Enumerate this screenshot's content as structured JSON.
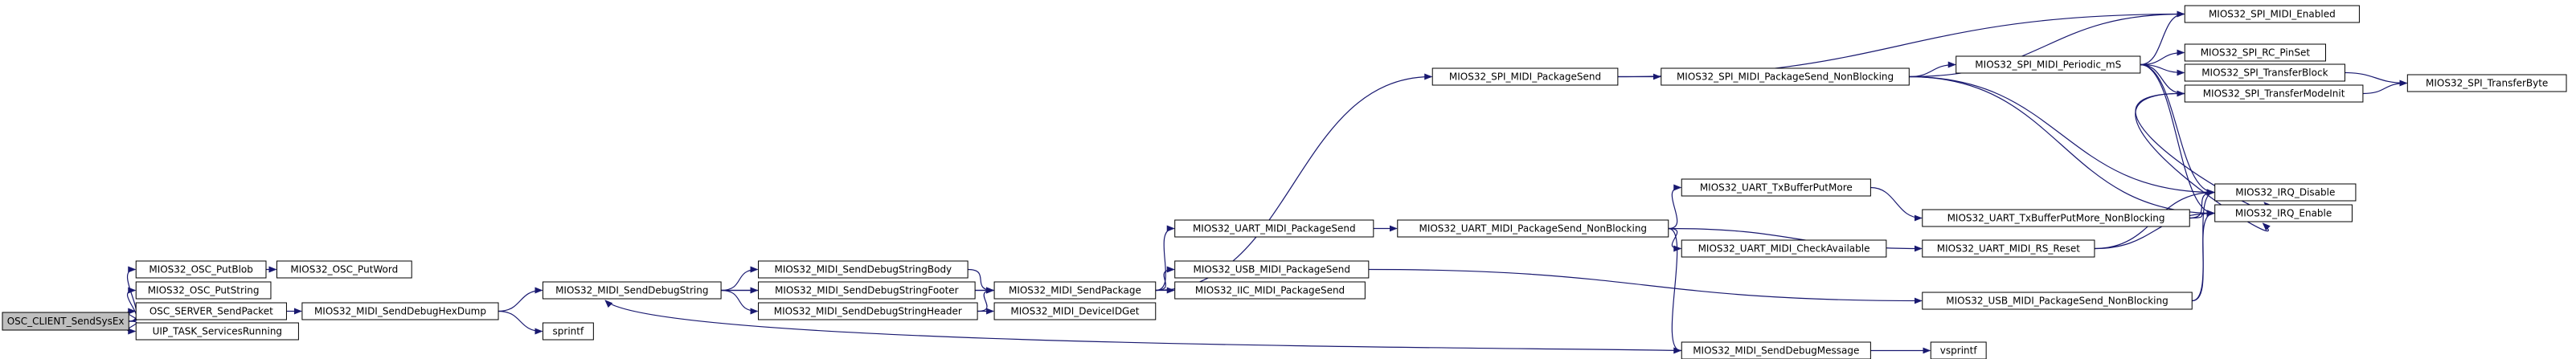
{
  "graph": {
    "colors": {
      "edge": "#191970",
      "root_fill": "#bfbfbf",
      "node_fill": "#ffffff",
      "border": "#000000"
    },
    "nodes": [
      {
        "id": "osc_client_sendsysex",
        "label": "OSC_CLIENT_SendSysEx",
        "root": true
      },
      {
        "id": "mios32_osc_putblob",
        "label": "MIOS32_OSC_PutBlob"
      },
      {
        "id": "mios32_osc_putword",
        "label": "MIOS32_OSC_PutWord"
      },
      {
        "id": "mios32_osc_putstring",
        "label": "MIOS32_OSC_PutString"
      },
      {
        "id": "osc_server_sendpacket",
        "label": "OSC_SERVER_SendPacket"
      },
      {
        "id": "uip_task_servicesrunning",
        "label": "UIP_TASK_ServicesRunning"
      },
      {
        "id": "mios32_midi_senddebughexdump",
        "label": "MIOS32_MIDI_SendDebugHexDump"
      },
      {
        "id": "mios32_midi_senddebugstring",
        "label": "MIOS32_MIDI_SendDebugString"
      },
      {
        "id": "sprintf",
        "label": "sprintf"
      },
      {
        "id": "mios32_midi_senddebugstringbody",
        "label": "MIOS32_MIDI_SendDebugStringBody"
      },
      {
        "id": "mios32_midi_senddebugstringfooter",
        "label": "MIOS32_MIDI_SendDebugStringFooter"
      },
      {
        "id": "mios32_midi_senddebugstringheader",
        "label": "MIOS32_MIDI_SendDebugStringHeader"
      },
      {
        "id": "mios32_midi_sendpackage",
        "label": "MIOS32_MIDI_SendPackage"
      },
      {
        "id": "mios32_midi_deviceidget",
        "label": "MIOS32_MIDI_DeviceIDGet"
      },
      {
        "id": "mios32_spi_midi_packagesend",
        "label": "MIOS32_SPI_MIDI_PackageSend"
      },
      {
        "id": "mios32_uart_midi_packagesend",
        "label": "MIOS32_UART_MIDI_PackageSend"
      },
      {
        "id": "mios32_usb_midi_packagesend",
        "label": "MIOS32_USB_MIDI_PackageSend"
      },
      {
        "id": "mios32_iic_midi_packagesend",
        "label": "MIOS32_IIC_MIDI_PackageSend"
      },
      {
        "id": "mios32_spi_midi_packagesend_nonblocking",
        "label": "MIOS32_SPI_MIDI_PackageSend_NonBlocking"
      },
      {
        "id": "mios32_uart_midi_packagesend_nonblocking",
        "label": "MIOS32_UART_MIDI_PackageSend_NonBlocking"
      },
      {
        "id": "mios32_uart_txbufferputmore",
        "label": "MIOS32_UART_TxBufferPutMore"
      },
      {
        "id": "mios32_uart_midi_checkavailable",
        "label": "MIOS32_UART_MIDI_CheckAvailable"
      },
      {
        "id": "mios32_midi_senddebugmessage",
        "label": "MIOS32_MIDI_SendDebugMessage"
      },
      {
        "id": "vsprintf",
        "label": "vsprintf"
      },
      {
        "id": "mios32_spi_midi_periodic_ms",
        "label": "MIOS32_SPI_MIDI_Periodic_mS"
      },
      {
        "id": "mios32_spi_midi_enabled",
        "label": "MIOS32_SPI_MIDI_Enabled"
      },
      {
        "id": "mios32_spi_rc_pinset",
        "label": "MIOS32_SPI_RC_PinSet"
      },
      {
        "id": "mios32_spi_transferblock",
        "label": "MIOS32_SPI_TransferBlock"
      },
      {
        "id": "mios32_spi_transfermodeinit",
        "label": "MIOS32_SPI_TransferModeInit"
      },
      {
        "id": "mios32_spi_transferbyte",
        "label": "MIOS32_SPI_TransferByte"
      },
      {
        "id": "mios32_uart_txbufferputmore_nonblocking",
        "label": "MIOS32_UART_TxBufferPutMore_NonBlocking"
      },
      {
        "id": "mios32_uart_midi_rs_reset",
        "label": "MIOS32_UART_MIDI_RS_Reset"
      },
      {
        "id": "mios32_usb_midi_packagesend_nonblocking",
        "label": "MIOS32_USB_MIDI_PackageSend_NonBlocking"
      },
      {
        "id": "mios32_irq_disable",
        "label": "MIOS32_IRQ_Disable"
      },
      {
        "id": "mios32_irq_enable",
        "label": "MIOS32_IRQ_Enable"
      }
    ],
    "edges": [
      [
        "osc_client_sendsysex",
        "mios32_osc_putblob"
      ],
      [
        "osc_client_sendsysex",
        "mios32_osc_putstring"
      ],
      [
        "osc_client_sendsysex",
        "osc_server_sendpacket"
      ],
      [
        "osc_client_sendsysex",
        "uip_task_servicesrunning"
      ],
      [
        "mios32_osc_putblob",
        "mios32_osc_putword"
      ],
      [
        "osc_server_sendpacket",
        "mios32_midi_senddebughexdump"
      ],
      [
        "mios32_midi_senddebughexdump",
        "mios32_midi_senddebugstring"
      ],
      [
        "mios32_midi_senddebughexdump",
        "sprintf"
      ],
      [
        "mios32_midi_senddebugstring",
        "mios32_midi_senddebugstringbody"
      ],
      [
        "mios32_midi_senddebugstring",
        "mios32_midi_senddebugstringfooter"
      ],
      [
        "mios32_midi_senddebugstring",
        "mios32_midi_senddebugstringheader"
      ],
      [
        "mios32_midi_senddebugstring",
        "mios32_midi_sendpackage"
      ],
      [
        "mios32_midi_senddebugstringbody",
        "mios32_midi_sendpackage"
      ],
      [
        "mios32_midi_senddebugstringfooter",
        "mios32_midi_sendpackage"
      ],
      [
        "mios32_midi_senddebugstringheader",
        "mios32_midi_sendpackage"
      ],
      [
        "mios32_midi_senddebugstringheader",
        "mios32_midi_deviceidget"
      ],
      [
        "mios32_midi_sendpackage",
        "mios32_spi_midi_packagesend"
      ],
      [
        "mios32_midi_sendpackage",
        "mios32_uart_midi_packagesend"
      ],
      [
        "mios32_midi_sendpackage",
        "mios32_usb_midi_packagesend"
      ],
      [
        "mios32_midi_sendpackage",
        "mios32_iic_midi_packagesend"
      ],
      [
        "mios32_spi_midi_packagesend",
        "mios32_spi_midi_enabled"
      ],
      [
        "mios32_spi_midi_packagesend",
        "mios32_spi_midi_packagesend_nonblocking"
      ],
      [
        "mios32_spi_midi_packagesend_nonblocking",
        "mios32_spi_midi_enabled"
      ],
      [
        "mios32_spi_midi_packagesend_nonblocking",
        "mios32_spi_midi_periodic_ms"
      ],
      [
        "mios32_spi_midi_packagesend_nonblocking",
        "mios32_irq_disable"
      ],
      [
        "mios32_spi_midi_packagesend_nonblocking",
        "mios32_irq_enable"
      ],
      [
        "mios32_spi_midi_periodic_ms",
        "mios32_spi_midi_enabled"
      ],
      [
        "mios32_spi_midi_periodic_ms",
        "mios32_spi_rc_pinset"
      ],
      [
        "mios32_spi_midi_periodic_ms",
        "mios32_spi_transferblock"
      ],
      [
        "mios32_spi_midi_periodic_ms",
        "mios32_spi_transfermodeinit"
      ],
      [
        "mios32_spi_midi_periodic_ms",
        "mios32_irq_disable"
      ],
      [
        "mios32_spi_midi_periodic_ms",
        "mios32_irq_enable"
      ],
      [
        "mios32_spi_transferblock",
        "mios32_spi_transferbyte"
      ],
      [
        "mios32_spi_transfermodeinit",
        "mios32_spi_transferbyte"
      ],
      [
        "mios32_spi_transfermodeinit",
        "mios32_irq_disable"
      ],
      [
        "mios32_spi_transfermodeinit",
        "mios32_irq_enable"
      ],
      [
        "mios32_uart_midi_packagesend",
        "mios32_uart_midi_packagesend_nonblocking"
      ],
      [
        "mios32_uart_midi_packagesend_nonblocking",
        "mios32_uart_txbufferputmore"
      ],
      [
        "mios32_uart_midi_packagesend_nonblocking",
        "mios32_uart_midi_checkavailable"
      ],
      [
        "mios32_uart_midi_packagesend_nonblocking",
        "mios32_uart_midi_rs_reset"
      ],
      [
        "mios32_uart_midi_packagesend_nonblocking",
        "mios32_midi_senddebugmessage"
      ],
      [
        "mios32_uart_txbufferputmore",
        "mios32_uart_txbufferputmore_nonblocking"
      ],
      [
        "mios32_uart_txbufferputmore_nonblocking",
        "mios32_irq_disable"
      ],
      [
        "mios32_uart_txbufferputmore_nonblocking",
        "mios32_irq_enable"
      ],
      [
        "mios32_uart_midi_rs_reset",
        "mios32_irq_disable"
      ],
      [
        "mios32_uart_midi_rs_reset",
        "mios32_irq_enable"
      ],
      [
        "mios32_usb_midi_packagesend",
        "mios32_usb_midi_packagesend_nonblocking"
      ],
      [
        "mios32_usb_midi_packagesend_nonblocking",
        "mios32_irq_disable"
      ],
      [
        "mios32_usb_midi_packagesend_nonblocking",
        "mios32_irq_enable"
      ],
      [
        "mios32_midi_senddebugmessage",
        "mios32_midi_senddebugstring"
      ],
      [
        "mios32_midi_senddebugmessage",
        "vsprintf"
      ]
    ]
  }
}
